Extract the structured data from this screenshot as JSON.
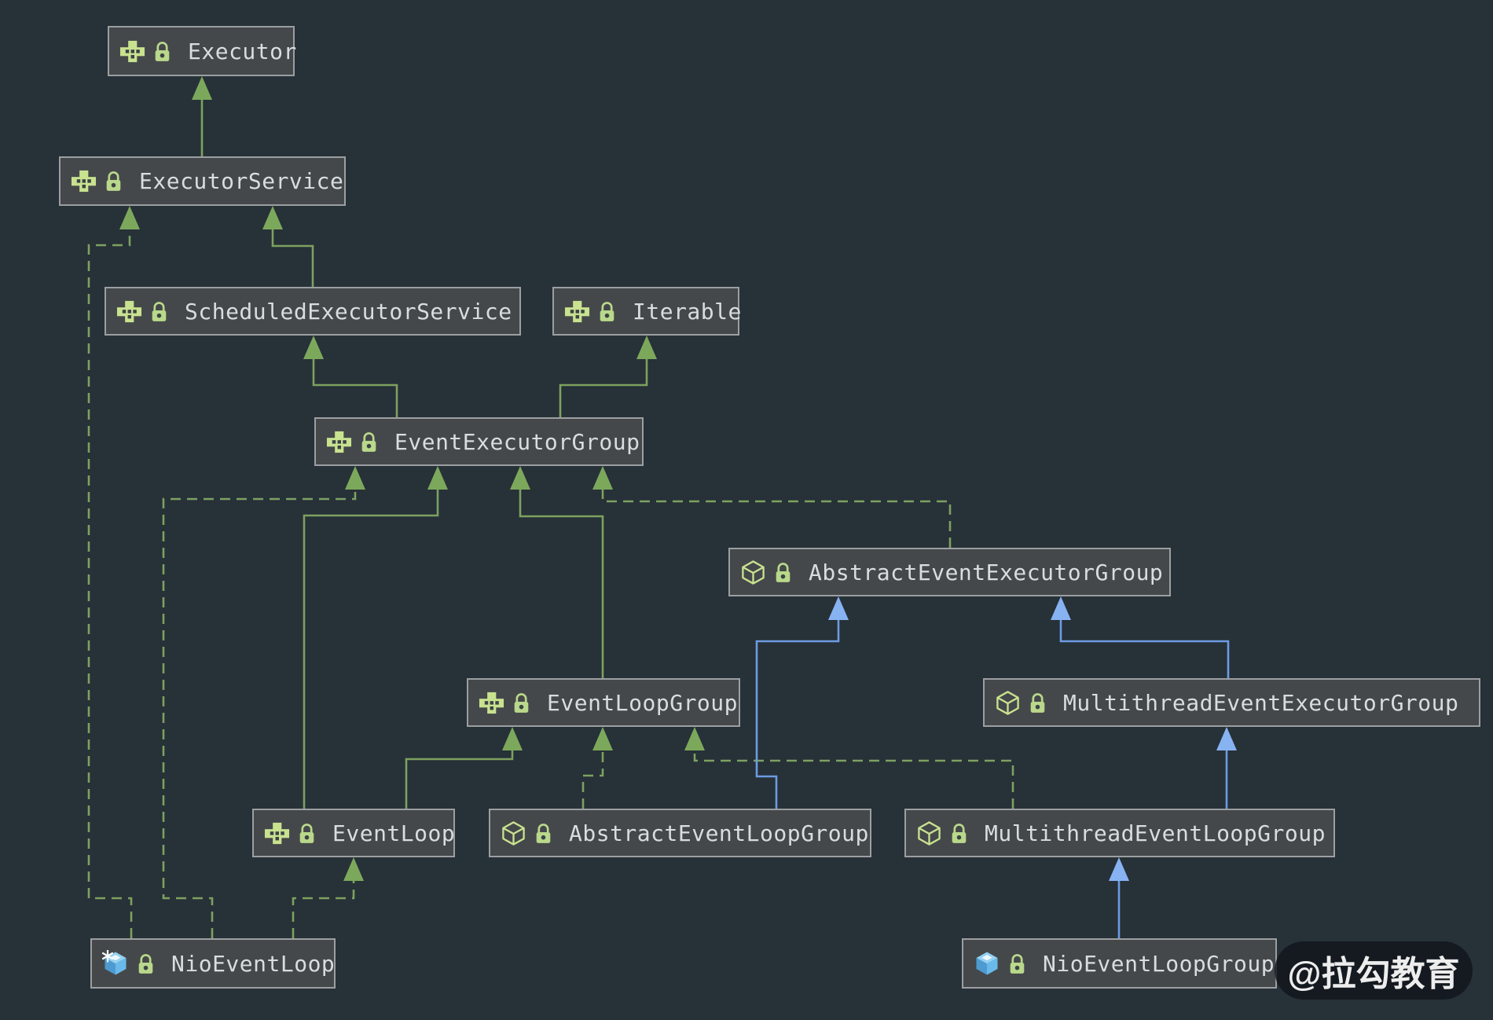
{
  "diagram": {
    "tool": "uml-class-diagram",
    "watermark": "@拉勾教育",
    "colors": {
      "background": "#273138",
      "node_fill": "#45484a",
      "node_border": "#9c9fa1",
      "node_text": "#d8dde2",
      "green_line": "#7da15f",
      "green_arrow": "#7ca85c",
      "blue_line": "#6c9ce2",
      "blue_arrow": "#87b3f2",
      "interface_icon_green": "#c9e290",
      "lock_green": "#b9d88b",
      "cube_blue": "#69baea"
    },
    "nodes": [
      {
        "id": "executor",
        "label": "Executor",
        "kind": "interface"
      },
      {
        "id": "executor-service",
        "label": "ExecutorService",
        "kind": "interface"
      },
      {
        "id": "scheduled-executor-service",
        "label": "ScheduledExecutorService",
        "kind": "interface"
      },
      {
        "id": "iterable",
        "label": "Iterable",
        "kind": "interface"
      },
      {
        "id": "event-executor-group",
        "label": "EventExecutorGroup",
        "kind": "interface"
      },
      {
        "id": "abstract-event-executor-group",
        "label": "AbstractEventExecutorGroup",
        "kind": "abstract-class"
      },
      {
        "id": "multithread-event-executor-group",
        "label": "MultithreadEventExecutorGroup",
        "kind": "abstract-class"
      },
      {
        "id": "event-loop-group",
        "label": "EventLoopGroup",
        "kind": "interface"
      },
      {
        "id": "event-loop",
        "label": "EventLoop",
        "kind": "interface"
      },
      {
        "id": "abstract-event-loop-group",
        "label": "AbstractEventLoopGroup",
        "kind": "abstract-class"
      },
      {
        "id": "multithread-event-loop-group",
        "label": "MultithreadEventLoopGroup",
        "kind": "abstract-class"
      },
      {
        "id": "nio-event-loop",
        "label": "NioEventLoop",
        "kind": "final-class"
      },
      {
        "id": "nio-event-loop-group",
        "label": "NioEventLoopGroup",
        "kind": "class"
      }
    ],
    "edges": [
      {
        "id": "A",
        "from": "executor-service",
        "to": "executor",
        "relation": "extends",
        "line": "solid-green"
      },
      {
        "id": "B",
        "from": "scheduled-executor-service",
        "to": "executor-service",
        "relation": "extends",
        "line": "solid-green"
      },
      {
        "id": "C",
        "from": "event-executor-group",
        "to": "scheduled-executor-service",
        "relation": "extends",
        "line": "solid-green"
      },
      {
        "id": "D",
        "from": "event-executor-group",
        "to": "iterable",
        "relation": "extends",
        "line": "solid-green"
      },
      {
        "id": "E",
        "from": "event-loop",
        "to": "event-executor-group",
        "relation": "extends",
        "line": "solid-green"
      },
      {
        "id": "F",
        "from": "event-loop",
        "to": "event-loop-group",
        "relation": "extends",
        "line": "solid-green"
      },
      {
        "id": "G",
        "from": "event-loop-group",
        "to": "event-executor-group",
        "relation": "extends",
        "line": "solid-green"
      },
      {
        "id": "H",
        "from": "abstract-event-executor-group",
        "to": "event-executor-group",
        "relation": "implements",
        "line": "dashed-green"
      },
      {
        "id": "I",
        "from": "nio-event-loop",
        "to": "executor-service",
        "relation": "implements",
        "line": "dashed-green"
      },
      {
        "id": "J",
        "from": "nio-event-loop",
        "to": "event-executor-group",
        "relation": "implements",
        "line": "dashed-green"
      },
      {
        "id": "K",
        "from": "nio-event-loop",
        "to": "event-loop",
        "relation": "implements",
        "line": "dashed-green"
      },
      {
        "id": "L",
        "from": "abstract-event-loop-group",
        "to": "event-loop-group",
        "relation": "implements",
        "line": "dashed-green"
      },
      {
        "id": "M",
        "from": "multithread-event-loop-group",
        "to": "event-loop-group",
        "relation": "implements",
        "line": "dashed-green"
      },
      {
        "id": "N",
        "from": "abstract-event-loop-group",
        "to": "abstract-event-executor-group",
        "relation": "extends",
        "line": "solid-blue"
      },
      {
        "id": "O1",
        "from": "multithread-event-executor-group",
        "to": "abstract-event-executor-group",
        "relation": "extends",
        "line": "solid-blue"
      },
      {
        "id": "O2",
        "from": "multithread-event-loop-group",
        "to": "multithread-event-executor-group",
        "relation": "extends",
        "line": "solid-blue"
      },
      {
        "id": "P",
        "from": "nio-event-loop-group",
        "to": "multithread-event-loop-group",
        "relation": "extends",
        "line": "solid-blue"
      }
    ]
  }
}
